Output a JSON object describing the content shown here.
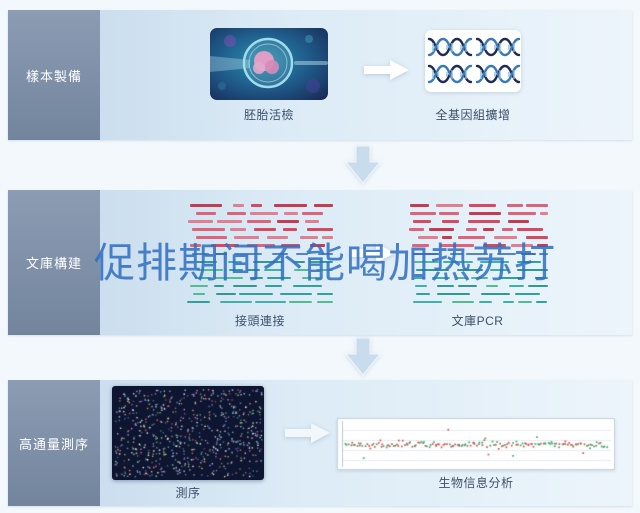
{
  "watermark": {
    "text": "促排期间不能喝加热苏打"
  },
  "rows": [
    {
      "label": "樣本製備",
      "steps": [
        {
          "caption": "胚胎活檢"
        },
        {
          "caption": "全基因組擴增"
        }
      ]
    },
    {
      "label": "文庫構建",
      "steps": [
        {
          "caption": "接頭連接"
        },
        {
          "caption": "文庫PCR"
        }
      ]
    },
    {
      "label": "高通量測序",
      "steps": [
        {
          "caption": "測序"
        },
        {
          "caption": "生物信息分析"
        }
      ]
    }
  ],
  "palette": {
    "watermark": "#2e6ec2",
    "tab_top": "#8b9cb3",
    "tab_bottom": "#73859d",
    "row_left": "#c3d8eb",
    "row_right": "#edf5fb",
    "down_arrow": "#c9dcee",
    "arrow_white": "#ffffff",
    "reads_red": [
      "#d8495f",
      "#e06278",
      "#c83a50",
      "#e57d90"
    ],
    "reads_blue": [
      "#3e6ec0",
      "#5584cf"
    ],
    "reads_teal": [
      "#2aa49c",
      "#3bb3a9",
      "#4fbf93",
      "#2d9b8f"
    ],
    "flowcell_bg": "#0e1530",
    "flowcell_dots": [
      "#ffffff",
      "#ffffff",
      "#9fd8ff",
      "#ff7d7d",
      "#7ddf9f",
      "#ffd27d",
      "#c78dff",
      "#58a0ff"
    ],
    "plot_red": "#d4534f",
    "plot_green": "#3aa96c"
  }
}
